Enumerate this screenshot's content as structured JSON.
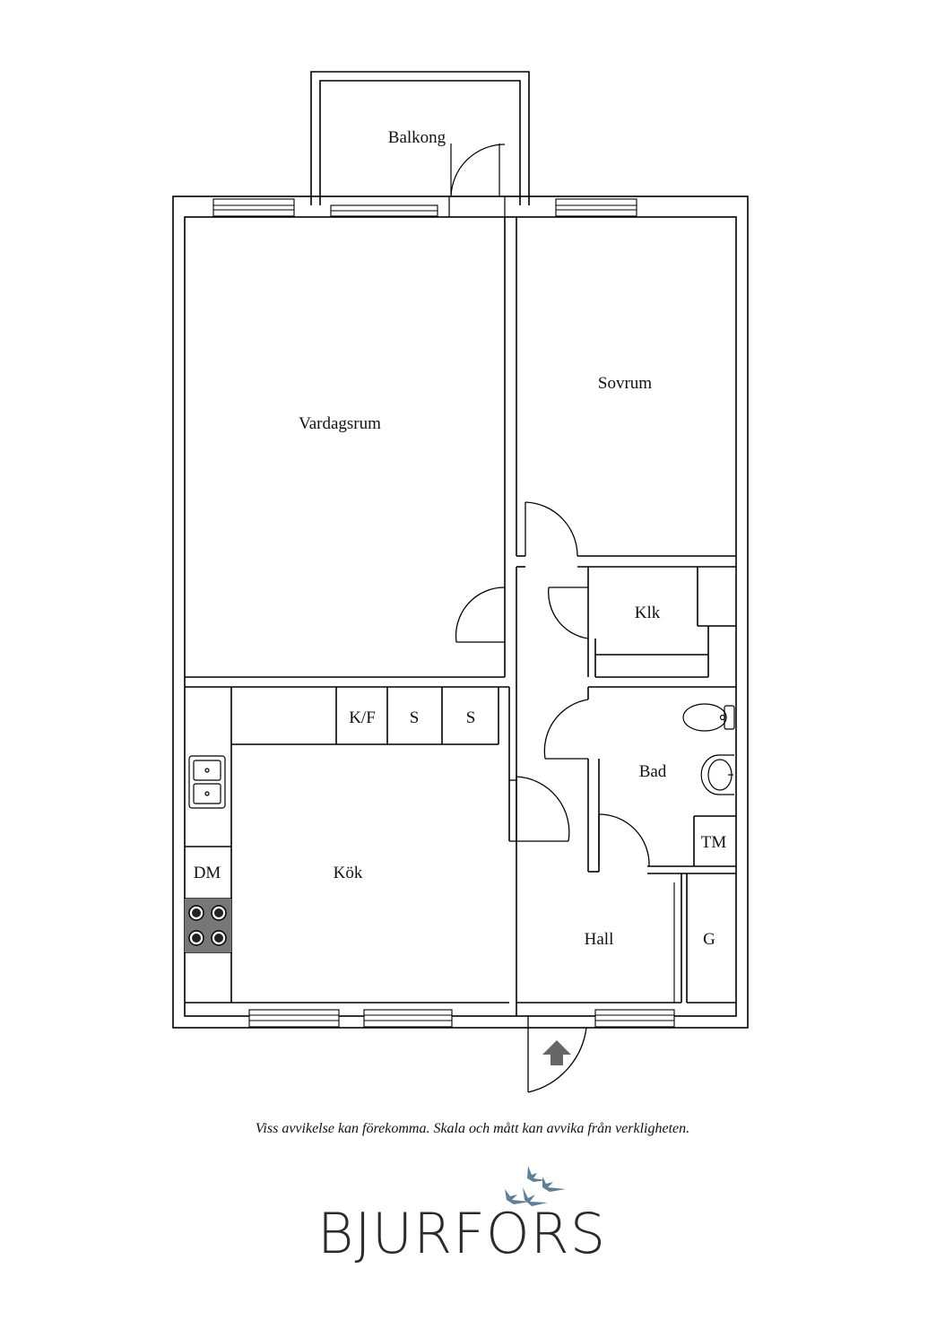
{
  "rooms": {
    "balkong": "Balkong",
    "vardagsrum": "Vardagsrum",
    "sovrum": "Sovrum",
    "klk": "Klk",
    "kf": "K/F",
    "s1": "S",
    "s2": "S",
    "bad": "Bad",
    "tm": "TM",
    "dm": "DM",
    "kok": "Kök",
    "hall": "Hall",
    "g": "G"
  },
  "disclaimer": "Viss avvikelse kan förekomma. Skala och mått kan avvika från verkligheten.",
  "brand": {
    "name": "BJURFORS",
    "text_color": "#2b2b2b",
    "bird_color": "#5f7f95"
  },
  "icons": {
    "entrance": "entrance-arrow-icon",
    "logo": "birds-logo-icon",
    "stove": "stove-icon",
    "sink": "kitchen-sink-icon",
    "toilet": "toilet-icon",
    "washbasin": "washbasin-icon"
  }
}
